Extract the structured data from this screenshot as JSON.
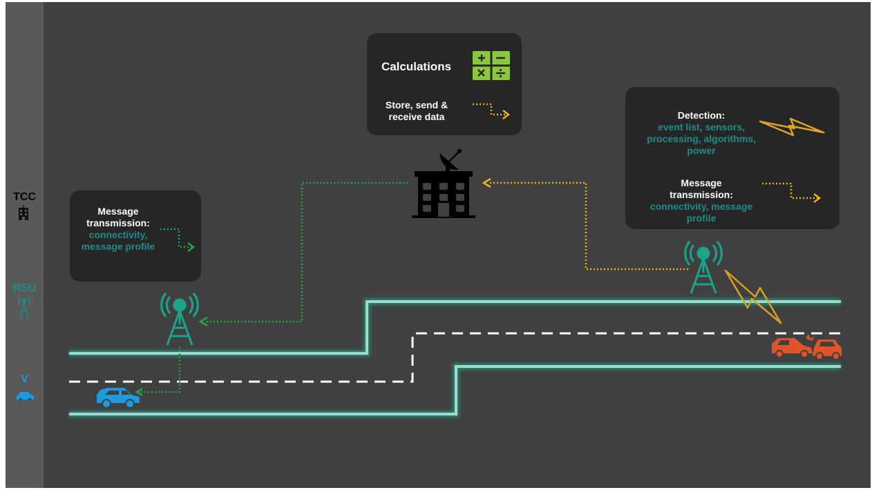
{
  "sidebar": {
    "tcc_label": "TCC",
    "rsu_label": "RSU",
    "v_label": "V"
  },
  "panels": {
    "left": {
      "title": "Message transmission:",
      "subtitle": "connectivity, message profile"
    },
    "top": {
      "title": "Calculations",
      "subtitle": "Store, send & receive data"
    },
    "right": {
      "detection_title": "Detection:",
      "detection_subtitle": "event list, sensors, processing, algorithms, power",
      "message_title": "Message transmission:",
      "message_subtitle": "connectivity, message profile"
    }
  },
  "icons": [
    "building-icon",
    "satellite-dish-icon",
    "antenna-tower-icon",
    "car-icon",
    "crashed-cars-icon",
    "calculator-icon",
    "lightning-icon",
    "dotted-arrow-icon"
  ],
  "colors": {
    "background": "#404040",
    "sidebar": "#595959",
    "panel": "#262626",
    "teal": "#1f8c8c",
    "road": "#8fd3c7",
    "green_dotted": "#1eaa4a",
    "orange_dotted": "#f0b323",
    "car_blue": "#1e9bdc",
    "crash_red": "#e0542a",
    "calc_green": "#8dc63f"
  }
}
